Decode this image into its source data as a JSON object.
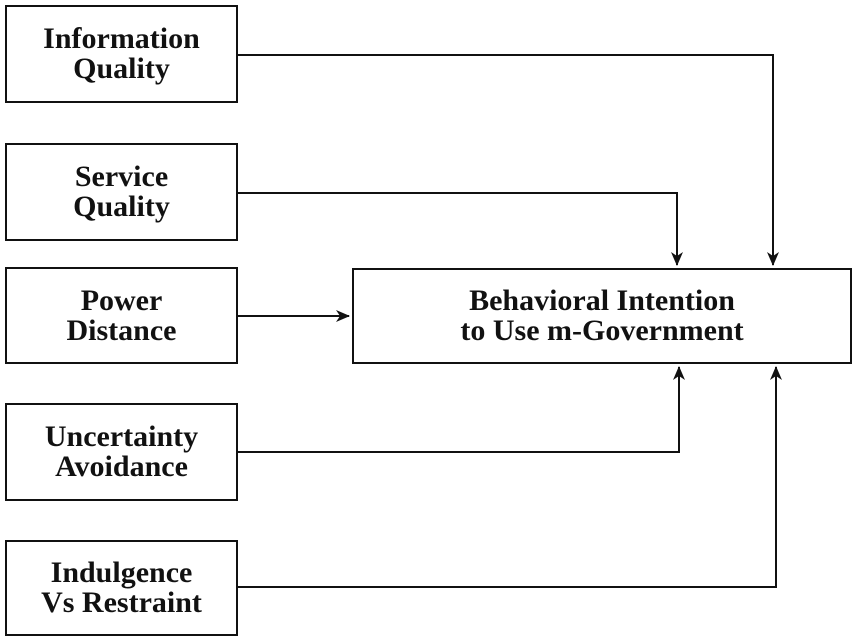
{
  "nodes": {
    "information_quality": {
      "line1": "Information",
      "line2": "Quality"
    },
    "service_quality": {
      "line1": "Service",
      "line2": "Quality"
    },
    "power_distance": {
      "line1": "Power",
      "line2": "Distance"
    },
    "uncertainty_avoidance": {
      "line1": "Uncertainty",
      "line2": "Avoidance"
    },
    "indulgence_vs_restraint": {
      "line1": "Indulgence",
      "line2": "Vs Restraint"
    },
    "behavioral_intention": {
      "line1": "Behavioral Intention",
      "line2": "to Use m-Government"
    }
  },
  "edges": [
    {
      "from": "Information Quality",
      "to": "Behavioral Intention to Use m-Government"
    },
    {
      "from": "Service Quality",
      "to": "Behavioral Intention to Use m-Government"
    },
    {
      "from": "Power Distance",
      "to": "Behavioral Intention to Use m-Government"
    },
    {
      "from": "Uncertainty Avoidance",
      "to": "Behavioral Intention to Use m-Government"
    },
    {
      "from": "Indulgence Vs Restraint",
      "to": "Behavioral Intention to Use m-Government"
    }
  ],
  "colors": {
    "stroke": "#111111",
    "text": "#111111",
    "background": "#ffffff"
  }
}
